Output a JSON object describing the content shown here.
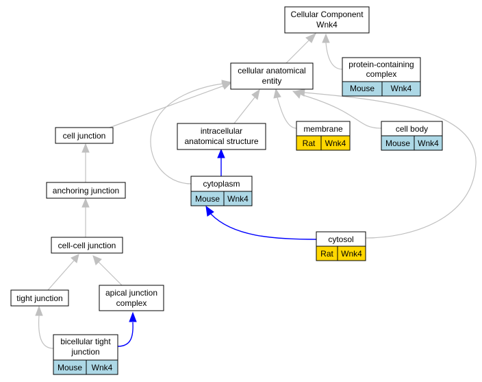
{
  "nodes": {
    "root": {
      "line1": "Cellular Component",
      "line2": "Wnk4"
    },
    "protein_complex": {
      "line1": "protein-containing",
      "line2": "complex",
      "species": "Mouse",
      "gene": "Wnk4"
    },
    "cellular_anatomical_entity": {
      "line1": "cellular anatomical",
      "line2": "entity"
    },
    "cell_junction": {
      "label": "cell junction"
    },
    "intracellular_structure": {
      "line1": "intracellular",
      "line2": "anatomical structure"
    },
    "membrane": {
      "label": "membrane",
      "species": "Rat",
      "gene": "Wnk4"
    },
    "cell_body": {
      "label": "cell body",
      "species": "Mouse",
      "gene": "Wnk4"
    },
    "anchoring_junction": {
      "label": "anchoring junction"
    },
    "cytoplasm": {
      "label": "cytoplasm",
      "species": "Mouse",
      "gene": "Wnk4"
    },
    "cell_cell_junction": {
      "label": "cell-cell junction"
    },
    "cytosol": {
      "label": "cytosol",
      "species": "Rat",
      "gene": "Wnk4"
    },
    "tight_junction": {
      "label": "tight junction"
    },
    "apical_junction_complex": {
      "line1": "apical junction",
      "line2": "complex"
    },
    "bicellular_tight_junction": {
      "line1": "bicellular tight",
      "line2": "junction",
      "species": "Mouse",
      "gene": "Wnk4"
    }
  },
  "colors": {
    "mouse": "#add8e6",
    "rat": "#ffd700",
    "edge_is_a": "#c0c0c0",
    "edge_part_of": "#0000ff"
  }
}
